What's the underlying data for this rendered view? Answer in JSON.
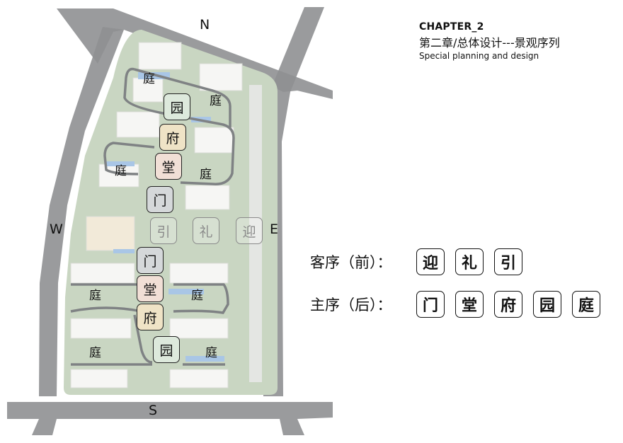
{
  "header": {
    "chapter": "CHAPTER_2",
    "title_cn": "第二章/总体设计---景观序列",
    "title_en": "Special planning and design"
  },
  "compass": {
    "north": "N",
    "south": "S",
    "west": "W",
    "east": "E"
  },
  "map": {
    "main_sequence_north": [
      {
        "char": "园",
        "color": "#dde9dc"
      },
      {
        "char": "府",
        "color": "#efe3c6"
      },
      {
        "char": "堂",
        "color": "#f1dfd6"
      },
      {
        "char": "门",
        "color": "#d5d8da"
      }
    ],
    "guest_sequence": [
      {
        "char": "引"
      },
      {
        "char": "礼"
      },
      {
        "char": "迎"
      }
    ],
    "main_sequence_south": [
      {
        "char": "门",
        "color": "#d5d8da"
      },
      {
        "char": "堂",
        "color": "#f1dfd6"
      },
      {
        "char": "府",
        "color": "#efe3c6"
      },
      {
        "char": "园",
        "color": "#dde9dc"
      }
    ],
    "courtyard_label": "庭"
  },
  "legend": {
    "guest": {
      "label": "客序（前）：",
      "chars": [
        "迎",
        "礼",
        "引"
      ]
    },
    "main": {
      "label": "主序（后）：",
      "chars": [
        "门",
        "堂",
        "府",
        "园",
        "庭"
      ]
    }
  },
  "colors": {
    "road": "#8f9092",
    "site_green": "#c9d6c2",
    "building": "#f4f4f2",
    "water": "#a9c6e6",
    "path": "#7f8284"
  }
}
